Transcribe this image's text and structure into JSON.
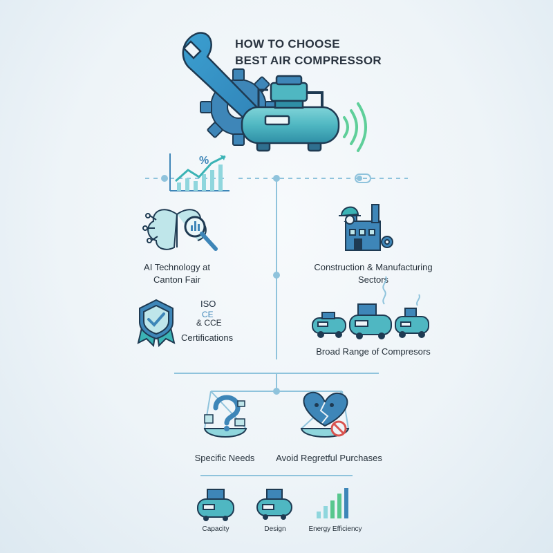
{
  "header": {
    "title_line1": "HOW TO CHOOSE",
    "title_line2": "BEST AIR COMPRESSOR"
  },
  "chart_icon": {
    "symbol": "%"
  },
  "sections": {
    "ai_technology": {
      "line1": "AI Technology at",
      "line2": "Canton Fair"
    },
    "sectors": {
      "line1": "Construction & Manufacturing",
      "line2": "Sectors"
    },
    "certifications": {
      "iso": "ISO",
      "ce": "CE",
      "cce": "& CCE",
      "label": "Certifications"
    },
    "compressor_range": {
      "label": "Broad Range of Compresors"
    }
  },
  "balance": {
    "left_label": "Specific Needs",
    "right_label": "Avoid Regretful Purchases"
  },
  "factors": [
    {
      "label": "Capacity",
      "icon": "compressor-icon"
    },
    {
      "label": "Design",
      "icon": "compressor-icon"
    },
    {
      "label": "Energy Efficiency",
      "icon": "bar-chart-icon"
    }
  ],
  "colors": {
    "teal": "#3bb3b5",
    "blue": "#3e86b8",
    "navy": "#1e3a52",
    "line": "#8fc3dc",
    "green": "#58c78e",
    "red": "#d9534f"
  }
}
